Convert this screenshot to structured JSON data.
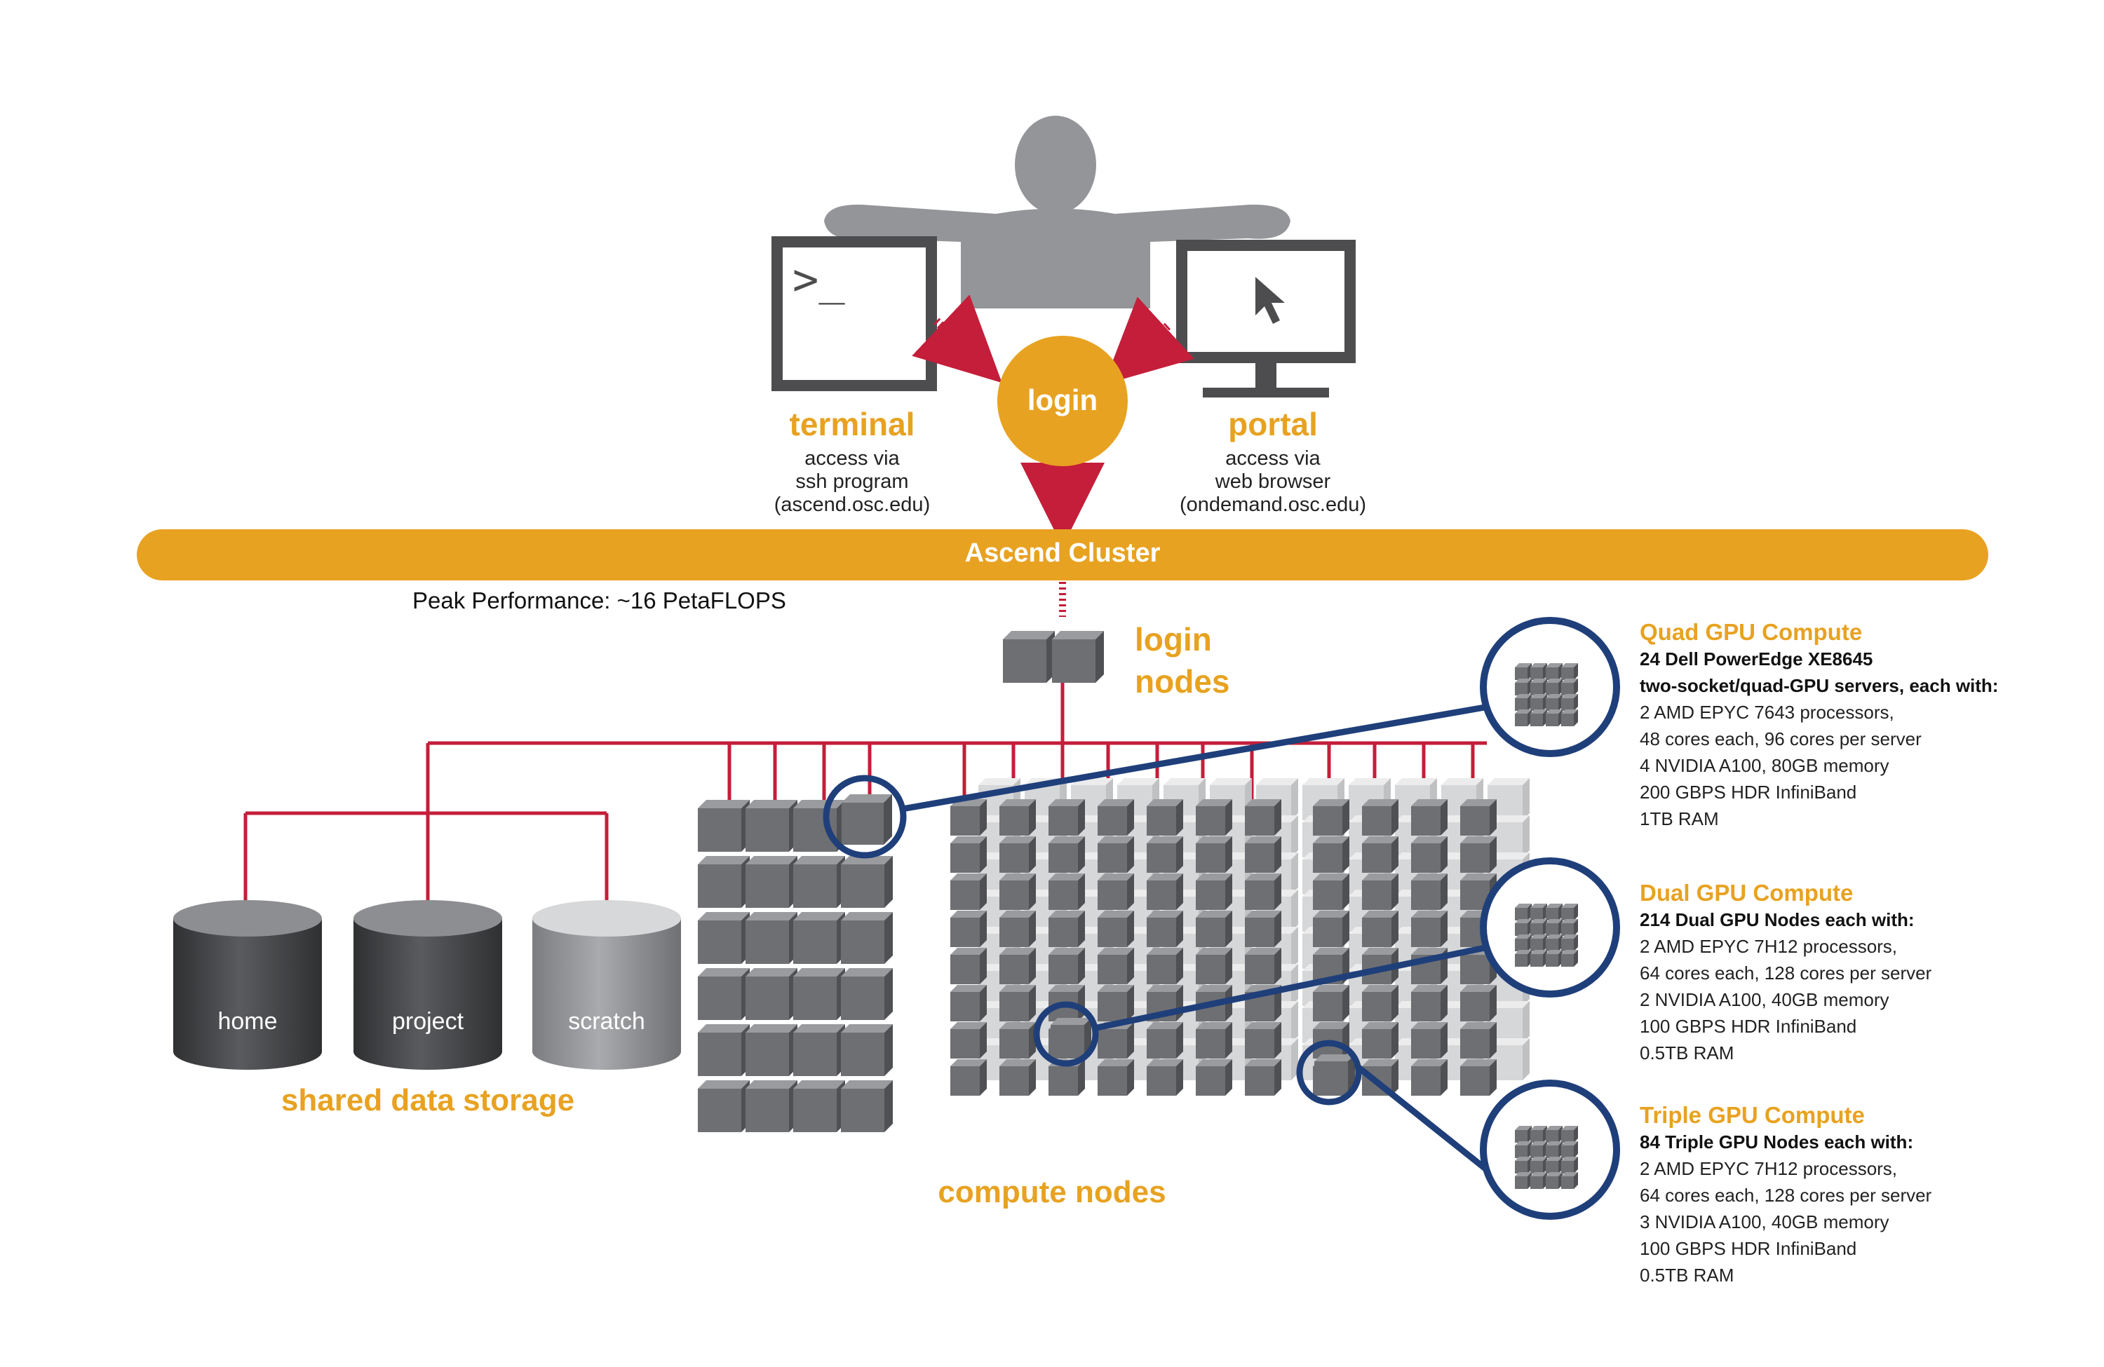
{
  "access": {
    "terminal": {
      "title": "terminal",
      "line1": "access via",
      "line2": "ssh program",
      "line3": "(ascend.osc.edu)",
      "prompt": ">_"
    },
    "login": "login",
    "portal": {
      "title": "portal",
      "line1": "access via",
      "line2": "web browser",
      "line3": "(ondemand.osc.edu)"
    }
  },
  "cluster": {
    "name": "Ascend Cluster",
    "peak": "Peak Performance:  ~16 PetaFLOPS"
  },
  "login_nodes": {
    "line1": "login",
    "line2": "nodes"
  },
  "storage": {
    "caption": "shared data storage",
    "cylinders": [
      "home",
      "project",
      "scratch"
    ]
  },
  "compute_caption": "compute nodes",
  "specs": [
    {
      "title": "Quad GPU Compute",
      "head1": "24 Dell PowerEdge XE8645",
      "head2": "two-socket/quad-GPU servers, each with:",
      "lines": [
        "2 AMD EPYC 7643 processors,",
        "48 cores each, 96 cores per server",
        "4 NVIDIA A100, 80GB memory",
        "200 GBPS HDR InfiniBand",
        "1TB RAM"
      ]
    },
    {
      "title": "Dual GPU Compute",
      "head1": "214 Dual GPU Nodes each with:",
      "lines": [
        "2 AMD EPYC 7H12 processors,",
        "64 cores each, 128 cores per server",
        "2 NVIDIA A100, 40GB memory",
        "100 GBPS HDR InfiniBand",
        "0.5TB RAM"
      ]
    },
    {
      "title": "Triple GPU Compute",
      "head1": "84 Triple GPU Nodes each with:",
      "lines": [
        "2 AMD EPYC 7H12 processors,",
        "64 cores each, 128 cores per server",
        "3 NVIDIA A100, 40GB memory",
        "100 GBPS HDR InfiniBand",
        "0.5TB RAM"
      ]
    }
  ],
  "colors": {
    "gold": "#e8a221",
    "red": "#c41e3a",
    "navy": "#1f3f7a",
    "cube": "#6e6f72",
    "cube_light": "#d2d3d5",
    "person": "#939598",
    "monitor": "#4d4d4f",
    "storage_dark": "#3e3f41",
    "storage_light": "#b9babc"
  },
  "icons": [
    "person-icon",
    "terminal-monitor-icon",
    "portal-monitor-icon",
    "cursor-icon",
    "arrow-down-icon"
  ]
}
